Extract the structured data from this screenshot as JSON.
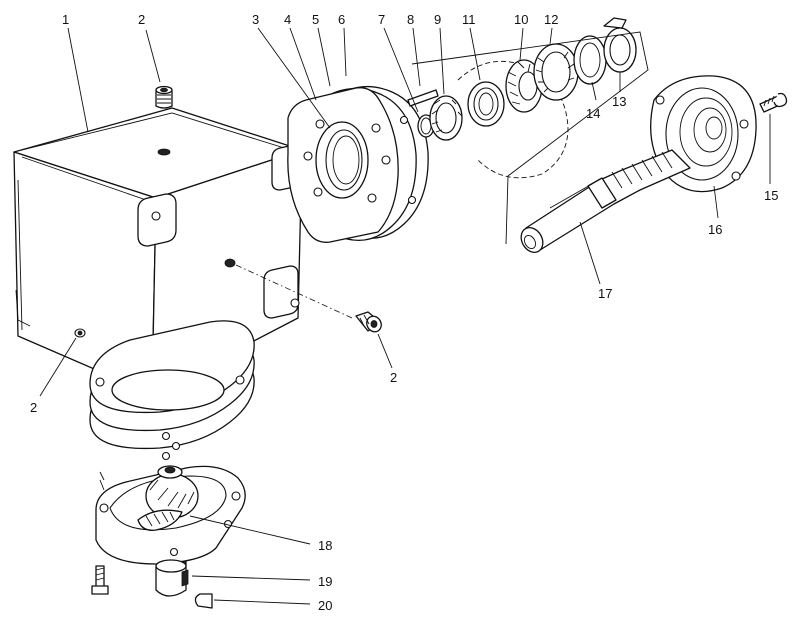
{
  "diagram": {
    "callouts": [
      {
        "id": "c1a",
        "text": "1"
      },
      {
        "id": "c2a",
        "text": "2"
      },
      {
        "id": "c2b",
        "text": "2"
      },
      {
        "id": "c2c",
        "text": "2"
      },
      {
        "id": "c3",
        "text": "3"
      },
      {
        "id": "c4",
        "text": "4"
      },
      {
        "id": "c5",
        "text": "5"
      },
      {
        "id": "c6",
        "text": "6"
      },
      {
        "id": "c7",
        "text": "7"
      },
      {
        "id": "c8",
        "text": "8"
      },
      {
        "id": "c9",
        "text": "9"
      },
      {
        "id": "c10",
        "text": "10"
      },
      {
        "id": "c11",
        "text": "11"
      },
      {
        "id": "c12",
        "text": "12"
      },
      {
        "id": "c13",
        "text": "13"
      },
      {
        "id": "c14",
        "text": "14"
      },
      {
        "id": "c15",
        "text": "15"
      },
      {
        "id": "c16",
        "text": "16"
      },
      {
        "id": "c17",
        "text": "17"
      },
      {
        "id": "c18",
        "text": "18"
      },
      {
        "id": "c19",
        "text": "19"
      },
      {
        "id": "c20",
        "text": "20"
      }
    ]
  }
}
